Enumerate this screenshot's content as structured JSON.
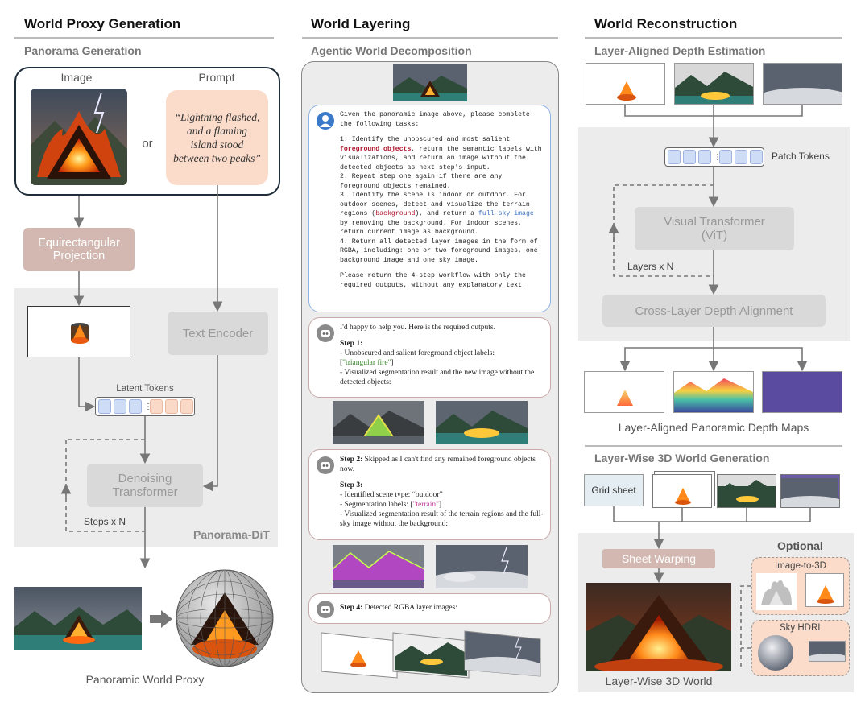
{
  "left": {
    "title": "World Proxy Generation",
    "subtitle": "Panorama Generation",
    "image_label": "Image",
    "prompt_label": "Prompt",
    "or_label": "or",
    "prompt_text": "“Lightning flashed, and a flaming island stood between two peaks”",
    "equirect": "Equirectangular Projection",
    "text_encoder": "Text Encoder",
    "latent_tokens": "Latent Tokens",
    "denoising": "Denoising Transformer",
    "steps": "Steps x N",
    "panorama_dit": "Panorama-DiT",
    "caption": "Panoramic World Proxy"
  },
  "middle": {
    "title": "World Layering",
    "subtitle": "Agentic World Decomposition",
    "user_msg": {
      "intro": "Given the panoramic image above, please complete the following tasks:",
      "t1a": "1. Identify the unobscured and most salient",
      "t1b": "foreground objects",
      "t1c": ", return the semantic labels with visualizations, and return an image without the detected objects as next step's input.",
      "t2": "2. Repeat step one again if there are any foreground objects remained.",
      "t3a": "3. Identify the scene is indoor or outdoor. For outdoor scenes, detect and visualize the terrain regions (",
      "t3b": "background",
      "t3c": "), and return a ",
      "t3d": "full-sky image",
      "t3e": " by removing the background. For indoor scenes, return current image as background.",
      "t4": "4. Return all detected layer images in the form of RGBA, including: one or two foreground images, one background image and one sky image.",
      "outro": "Please return the 4-step workflow with only the required outputs, without any explanatory text."
    },
    "bot1": {
      "intro": "I'd happy to help you. Here is the required outputs.",
      "step": "Step 1:",
      "l1": "- Unobscured and salient foreground object labels:",
      "l2a": "[",
      "l2b": "\"triangular fire\"",
      "l2c": "]",
      "l3": "- Visualized segmentation result and the new image without the detected objects:"
    },
    "bot2": {
      "step2": "Step 2:",
      "step2_text": " Skipped as I can't find any remained foreground objects now.",
      "step3": "Step 3:",
      "l1": "- Identified scene type: “outdoor”",
      "l2a": "- Segmentation labels: [",
      "l2b": "\"terrain\"",
      "l2c": "]",
      "l3": "- Visualized segmentation result of the terrain regions and the full-sky image without the background:"
    },
    "bot3": {
      "step4": "Step 4:",
      "text": " Detected RGBA layer images:"
    }
  },
  "right": {
    "title": "World Reconstruction",
    "subtitle1": "Layer-Aligned Depth Estimation",
    "patch_tokens": "Patch Tokens",
    "vit": "Visual Transformer (ViT)",
    "layers": "Layers x N",
    "cross_layer": "Cross-Layer Depth Alignment",
    "depth_caption": "Layer-Aligned Panoramic Depth Maps",
    "subtitle2": "Layer-Wise 3D World Generation",
    "grid_sheet": "Grid sheet",
    "sheet_warping": "Sheet Warping",
    "optional": "Optional",
    "image_to_3d": "Image-to-3D",
    "sky_hdri": "Sky HDRI",
    "final_caption": "Layer-Wise 3D World"
  },
  "colors": {
    "token_blue": "#cfdcf6",
    "token_peach": "#fbd9c8",
    "mauve": "#d2b8b1",
    "prompt_bg": "#fbdccb"
  }
}
